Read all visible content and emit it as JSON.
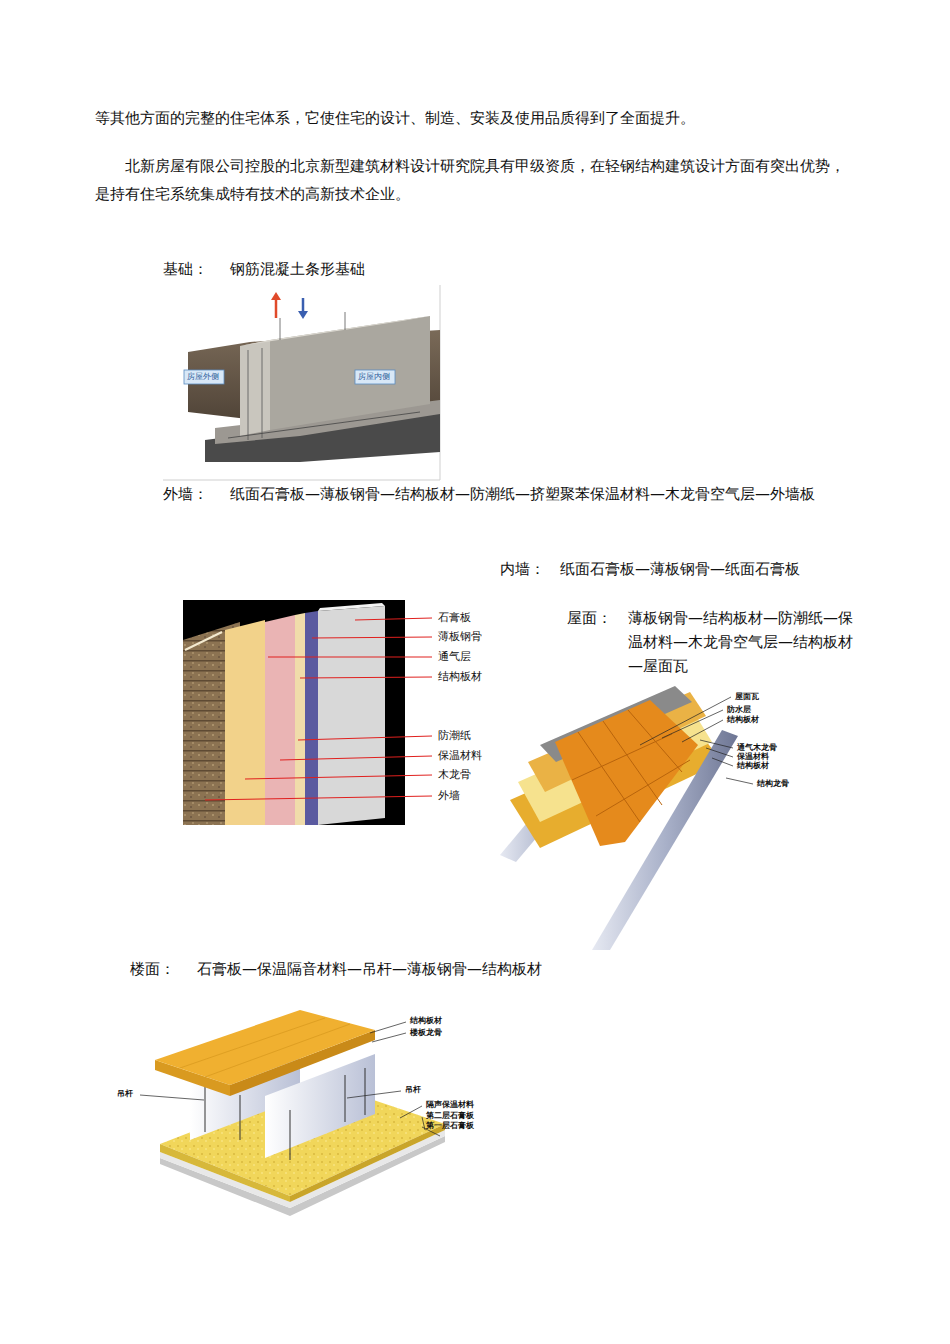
{
  "diagram": {
    "labels": [
      "等其他方面的完整的住宅体系，它使住宅的设计、制造、安装及使用品质得到了全面提升。",
      "北新房屋有限公司控股的北京新型建筑材料设计研究院具有甲级资质，在轻钢结构建筑设计方面有突出优势，是持有住宅系统集成特有技术的高新技术企业。",
      "基础：",
      "钢筋混凝土条形基础",
      "房屋外侧",
      "房屋内侧",
      "外墙：",
      "纸面石膏板—薄板钢骨—结构板材—防潮纸—挤塑聚苯保温材料—木龙骨空气层—外墙板",
      "内墙：",
      "纸面石膏板—薄板钢骨—纸面石膏板",
      "石膏板",
      "薄板钢骨",
      "通气层",
      "结构板材",
      "防潮纸",
      "保温材料",
      "木龙骨",
      "外墙",
      "屋面：",
      "薄板钢骨—结构板材—防潮纸—保温材料—木龙骨空气层—结构板材—屋面瓦",
      "屋面瓦",
      "防水层",
      "结构板材",
      "通气木龙骨",
      "保温材料",
      "结构板材",
      "结构龙骨",
      "楼面：",
      "石膏板—保温隔音材料—吊杆—薄板钢骨—结构板材",
      "结构板材",
      "楼板龙骨",
      "吊杆",
      "吊杆",
      "隔声保温材料",
      "第二层石膏板",
      "第一层石膏板"
    ]
  }
}
